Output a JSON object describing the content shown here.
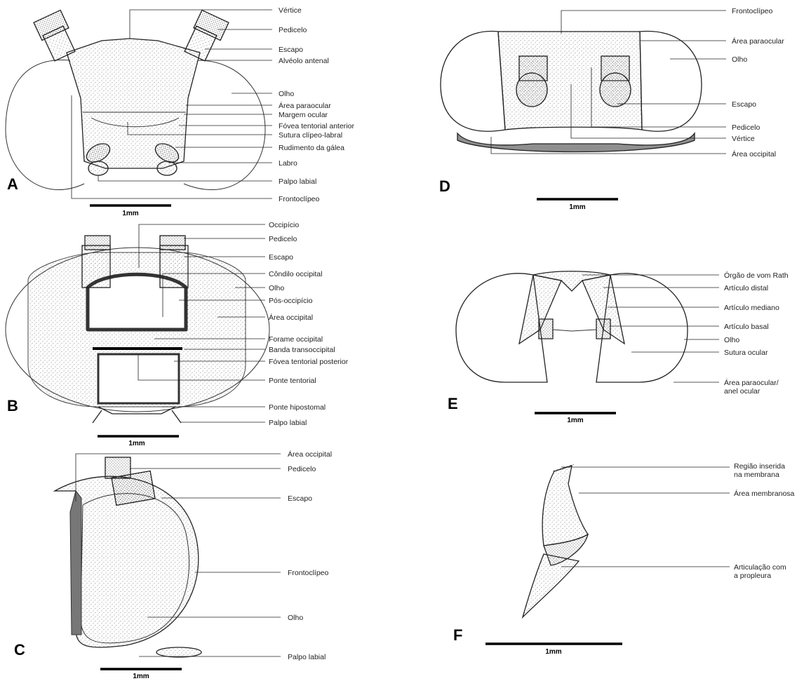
{
  "panels": [
    {
      "letter": "A",
      "labels": [
        "Vértice",
        "Pedicelo",
        "Escapo",
        "Alvéolo antenal",
        "Olho",
        "Área paraocular",
        "Margem ocular",
        "Fóvea tentorial anterior",
        "Sutura clípeo-labral",
        "Rudimento da gálea",
        "Labro",
        "Palpo labial",
        "Frontoclípeo"
      ],
      "scale": "1mm"
    },
    {
      "letter": "B",
      "labels": [
        "Occipício",
        "Pedicelo",
        "Escapo",
        "Côndilo occipital",
        "Olho",
        "Pós-occipício",
        "Área occipital",
        "Forame occipital",
        "Banda transoccipital",
        "Fóvea tentorial posterior",
        "Ponte tentorial",
        "Ponte hipostomal",
        "Palpo labial"
      ],
      "scale": "1mm"
    },
    {
      "letter": "C",
      "labels": [
        "Área occipital",
        "Pedicelo",
        "Escapo",
        "Frontoclípeo",
        "Olho",
        "Palpo labial"
      ],
      "scale": "1mm"
    },
    {
      "letter": "D",
      "labels": [
        "Frontoclípeo",
        "Área paraocular",
        "Olho",
        "Escapo",
        "Pedicelo",
        "Vértice",
        "Área occipital"
      ],
      "scale": "1mm"
    },
    {
      "letter": "E",
      "labels": [
        "Órgão de vom Rath",
        "Artículo distal",
        "Artículo mediano",
        "Artículo basal",
        "Olho",
        "Sutura ocular",
        "Área paraocular/",
        "anel ocular"
      ],
      "scale": "1mm"
    },
    {
      "letter": "F",
      "labels": [
        "Região inserida",
        "na membrana",
        "Área membranosa",
        "Articulação com",
        "a propleura"
      ],
      "scale": "1mm"
    }
  ]
}
